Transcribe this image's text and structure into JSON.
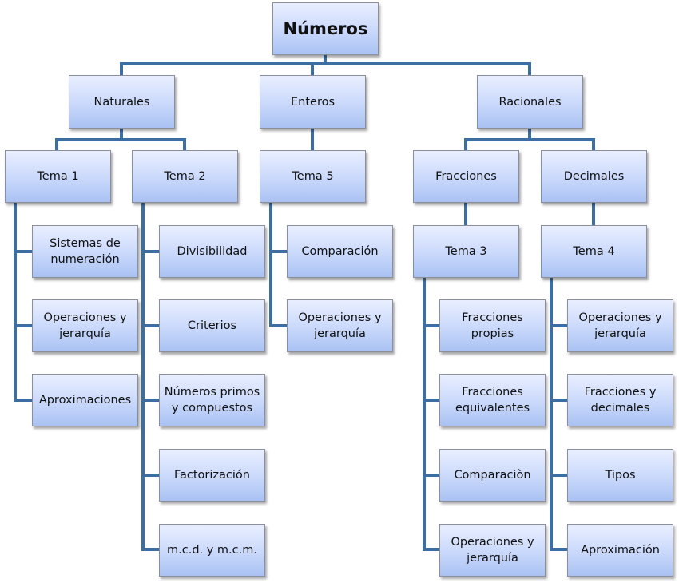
{
  "diagram": {
    "type": "hierarchy",
    "line_color": "#3c6ea4",
    "root": "Números",
    "nodes": {
      "root": "Números",
      "naturales": "Naturales",
      "enteros": "Enteros",
      "racionales": "Racionales",
      "tema1": "Tema 1",
      "tema2": "Tema 2",
      "tema5": "Tema 5",
      "fracciones": "Fracciones",
      "decimales": "Decimales",
      "tema3": "Tema 3",
      "tema4": "Tema 4",
      "t1_sistemas": "Sistemas de\nnumeración",
      "t1_operaciones": "Operaciones  y\njerarquía",
      "t1_aproximaciones": "Aproximaciones",
      "t2_divisibilidad": "Divisibilidad",
      "t2_criterios": "Criterios",
      "t2_primos": "Números primos\ny compuestos",
      "t2_factorizacion": "Factorización",
      "t2_mcd": "m.c.d. y m.c.m.",
      "t5_comparacion": "Comparación",
      "t5_operaciones": "Operaciones  y\njerarquía",
      "t3_propias": "Fracciones\npropias",
      "t3_equivalentes": "Fracciones\nequivalentes",
      "t3_comparacion": "Comparaciòn",
      "t3_operaciones": "Operaciones  y\njerarquía",
      "t4_operaciones": "Operaciones  y\njerarquía",
      "t4_fracdec": "Fracciones y\ndecimales",
      "t4_tipos": "Tipos",
      "t4_aproximacion": "Aproximación"
    },
    "edges": [
      [
        "root",
        "naturales"
      ],
      [
        "root",
        "enteros"
      ],
      [
        "root",
        "racionales"
      ],
      [
        "naturales",
        "tema1"
      ],
      [
        "naturales",
        "tema2"
      ],
      [
        "enteros",
        "tema5"
      ],
      [
        "racionales",
        "fracciones"
      ],
      [
        "racionales",
        "decimales"
      ],
      [
        "fracciones",
        "tema3"
      ],
      [
        "decimales",
        "tema4"
      ],
      [
        "tema1",
        "t1_sistemas"
      ],
      [
        "tema1",
        "t1_operaciones"
      ],
      [
        "tema1",
        "t1_aproximaciones"
      ],
      [
        "tema2",
        "t2_divisibilidad"
      ],
      [
        "tema2",
        "t2_criterios"
      ],
      [
        "tema2",
        "t2_primos"
      ],
      [
        "tema2",
        "t2_factorizacion"
      ],
      [
        "tema2",
        "t2_mcd"
      ],
      [
        "tema5",
        "t5_comparacion"
      ],
      [
        "tema5",
        "t5_operaciones"
      ],
      [
        "tema3",
        "t3_propias"
      ],
      [
        "tema3",
        "t3_equivalentes"
      ],
      [
        "tema3",
        "t3_comparacion"
      ],
      [
        "tema3",
        "t3_operaciones"
      ],
      [
        "tema4",
        "t4_operaciones"
      ],
      [
        "tema4",
        "t4_fracdec"
      ],
      [
        "tema4",
        "t4_tipos"
      ],
      [
        "tema4",
        "t4_aproximacion"
      ]
    ]
  }
}
